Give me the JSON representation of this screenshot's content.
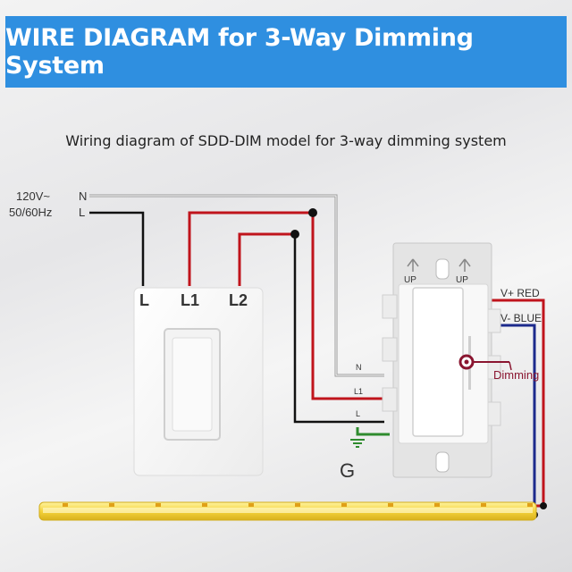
{
  "banner": {
    "title": "WIRE DIAGRAM for 3-Way Dimming System"
  },
  "subtitle": "Wiring diagram of SDD-DlM model for 3-way dimming system",
  "source": {
    "voltage": "120V~",
    "frequency": "50/60Hz",
    "terminal_n": "N",
    "terminal_l": "L"
  },
  "switch": {
    "terminal_l": "L",
    "terminal_l1": "L1",
    "terminal_l2": "L2"
  },
  "dimmer": {
    "up_label_left": "UP",
    "up_label_right": "UP",
    "wire_n": "N",
    "wire_l1": "L1",
    "wire_l": "L",
    "out_red": "V+ RED",
    "out_blue": "V- BLUE",
    "dimming": "Dimming",
    "ground": "G"
  },
  "colors": {
    "banner": "#2f8fe0",
    "wire_red": "#c0141c",
    "wire_black": "#111111",
    "wire_gray": "#9a9a9a",
    "wire_blue": "#1c2a8c",
    "wire_green": "#2e8b2e",
    "dimming_marker": "#8a1530",
    "strip": "#f4d23a"
  }
}
